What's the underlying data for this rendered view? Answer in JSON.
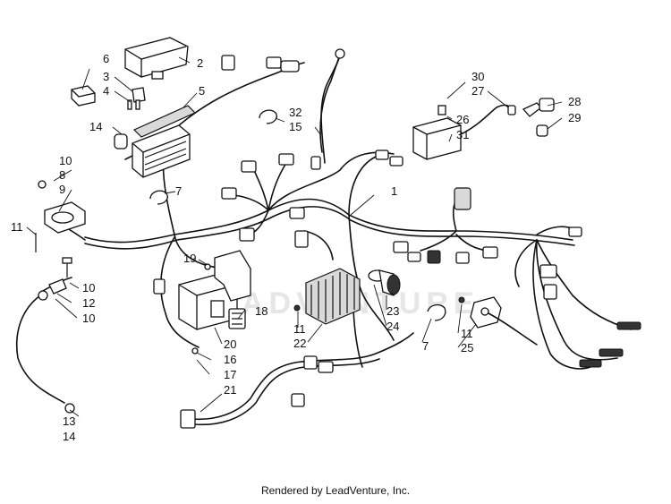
{
  "diagram": {
    "footer_text": "Rendered by LeadVenture, Inc.",
    "callouts": {
      "c1": "1",
      "c2": "2",
      "c3": "3",
      "c4": "4",
      "c5": "5",
      "c6": "6",
      "c7a": "7",
      "c7b": "7",
      "c8": "8",
      "c9": "9",
      "c10a": "10",
      "c10b": "10",
      "c10c": "10",
      "c11a": "11",
      "c11b": "11",
      "c11c": "11",
      "c12": "12",
      "c13": "13",
      "c14a": "14",
      "c14b": "14",
      "c15": "15",
      "c16": "16",
      "c17": "17",
      "c18": "18",
      "c19": "19",
      "c20": "20",
      "c21": "21",
      "c22": "22",
      "c23": "23",
      "c24": "24",
      "c25": "25",
      "c26": "26",
      "c27": "27",
      "c28": "28",
      "c29": "29",
      "c30": "30",
      "c31": "31",
      "c32": "32"
    }
  }
}
